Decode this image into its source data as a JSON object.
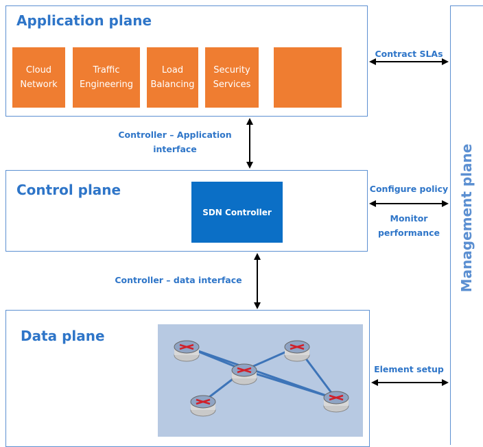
{
  "application_plane": {
    "title": "Application plane",
    "apps": [
      {
        "line1": "Cloud",
        "line2": "Network"
      },
      {
        "line1": "Traffic",
        "line2": "Engineering"
      },
      {
        "line1": "Load",
        "line2": "Balancing"
      },
      {
        "line1": "Security",
        "line2": "Services"
      },
      {
        "line1": "",
        "line2": ""
      }
    ]
  },
  "control_plane": {
    "title": "Control plane",
    "controller": "SDN Controller"
  },
  "data_plane": {
    "title": "Data plane"
  },
  "management_plane": {
    "title": "Management plane"
  },
  "interfaces": {
    "app_ctrl_line1": "Controller – Application",
    "app_ctrl_line2": "interface",
    "ctrl_data": "Controller – data interface",
    "contract_slas": "Contract SLAs",
    "configure_policy": "Configure policy",
    "monitor_line1": "Monitor",
    "monitor_line2": "performance",
    "element_setup": "Element setup"
  },
  "colors": {
    "plane_border": "#5b8fd1",
    "title_blue": "#2e75c8",
    "app_orange": "#ef7d31",
    "controller_blue": "#0b6fc6",
    "network_panel": "#b7c9e2"
  },
  "network": {
    "routers": [
      "router-top-left",
      "router-top-right",
      "router-center",
      "router-bottom-left",
      "router-bottom-right"
    ],
    "links": [
      [
        "router-top-left",
        "router-center"
      ],
      [
        "router-top-left",
        "router-bottom-right"
      ],
      [
        "router-top-right",
        "router-center"
      ],
      [
        "router-top-right",
        "router-bottom-right"
      ],
      [
        "router-center",
        "router-bottom-left"
      ],
      [
        "router-center",
        "router-bottom-right"
      ]
    ]
  }
}
